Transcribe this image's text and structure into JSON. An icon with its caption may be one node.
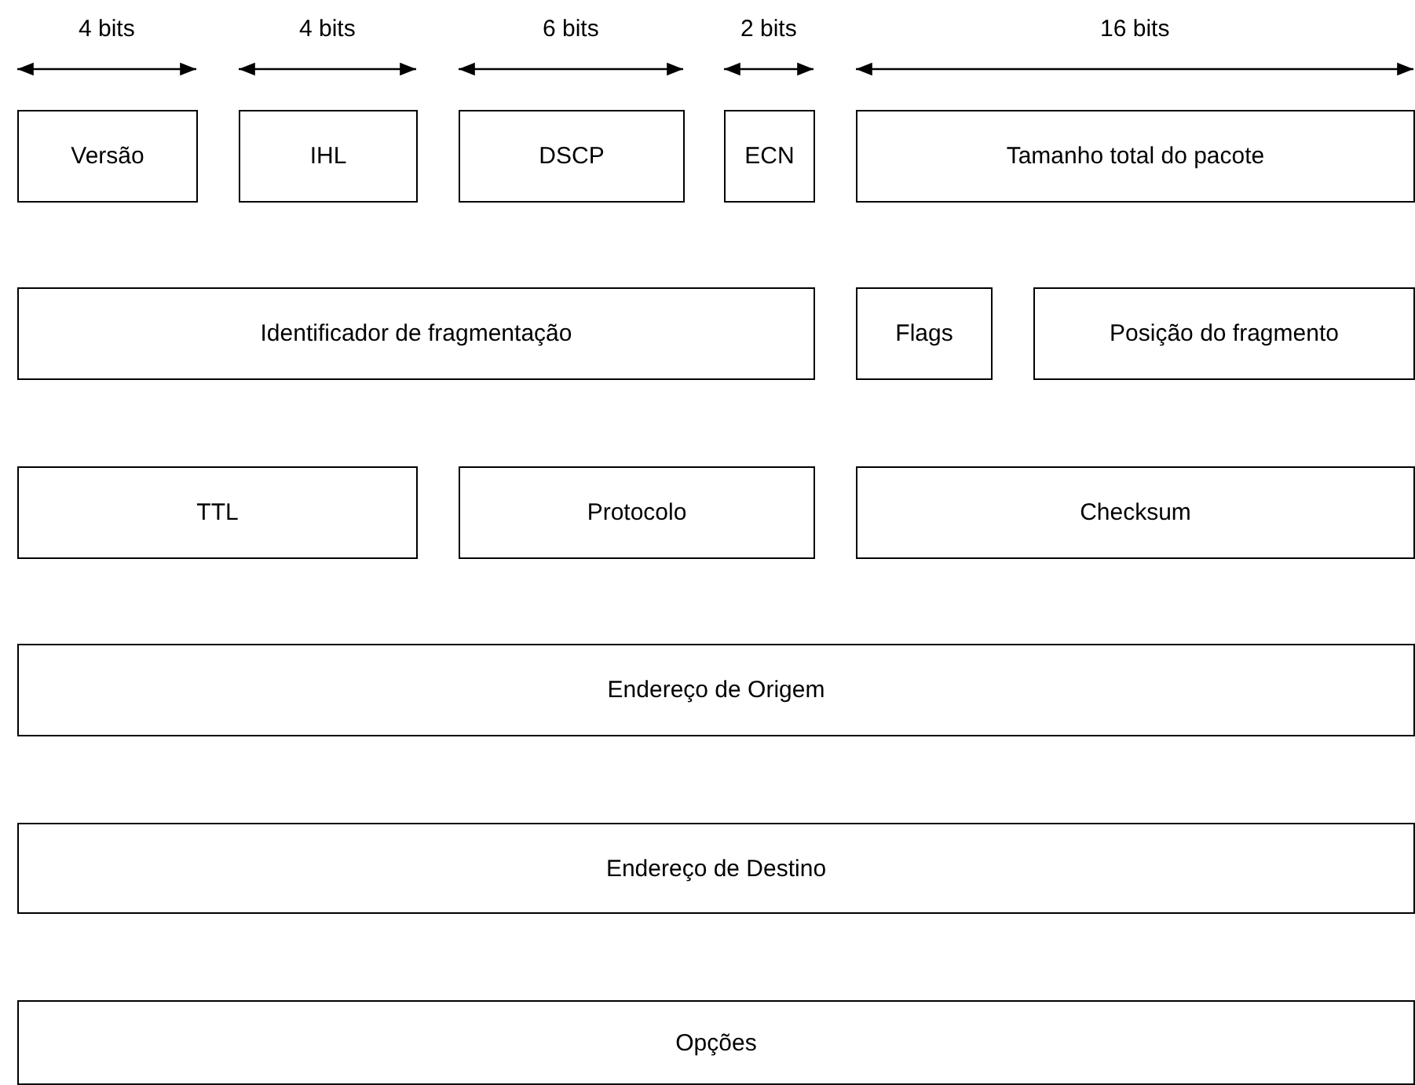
{
  "diagram": {
    "nodes": [
      {
        "text": [
          "Versão"
        ]
      },
      {
        "text": [
          "IHL"
        ]
      },
      {
        "text": [
          "DSCP"
        ]
      },
      {
        "text": [
          "ECN"
        ]
      },
      {
        "text": [
          "Tamanho total do pacote"
        ]
      },
      {
        "text": [
          "Identificador de fragmentação"
        ]
      },
      {
        "text": [
          "Flags"
        ]
      },
      {
        "text": [
          "Posição do fragmento"
        ]
      },
      {
        "text": [
          "TTL"
        ]
      },
      {
        "text": [
          "Protocolo"
        ]
      },
      {
        "text": [
          "Checksum"
        ]
      },
      {
        "text": [
          "Endereço de Origem"
        ]
      },
      {
        "text": [
          "Endereço de Destino"
        ]
      },
      {
        "text": [
          "Opções"
        ]
      }
    ],
    "labels": [
      "4 bits",
      "4 bits",
      "6 bits",
      "2 bits",
      "16 bits"
    ]
  }
}
